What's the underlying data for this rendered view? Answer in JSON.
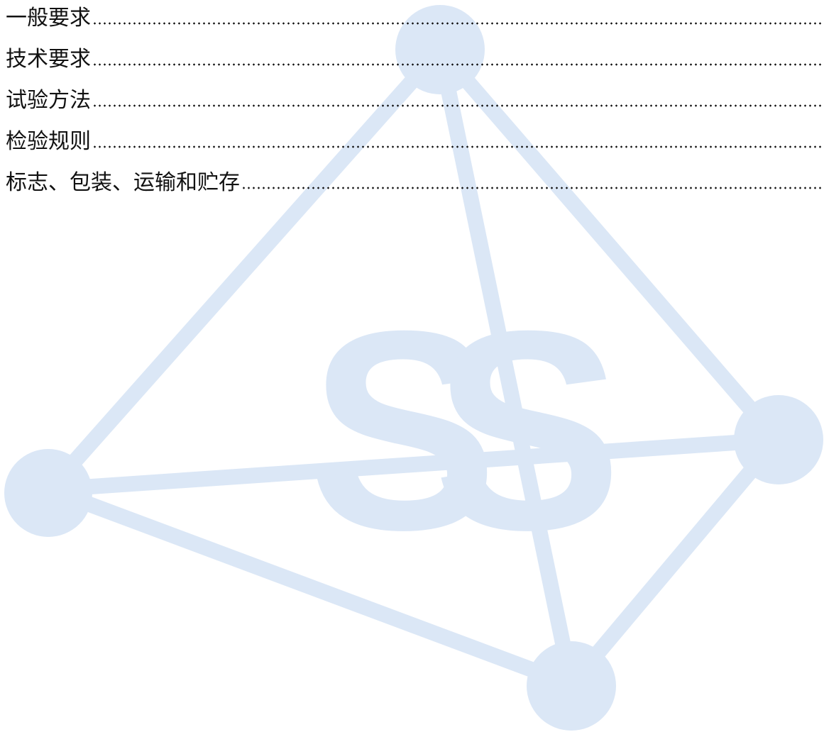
{
  "toc": {
    "items": [
      {
        "title": "一般要求"
      },
      {
        "title": "技术要求"
      },
      {
        "title": "试验方法"
      },
      {
        "title": "检验规则"
      },
      {
        "title": "标志、包装、运输和贮存"
      }
    ]
  },
  "watermark": {
    "logo_text": "SS",
    "color": "#dbe7f6"
  }
}
